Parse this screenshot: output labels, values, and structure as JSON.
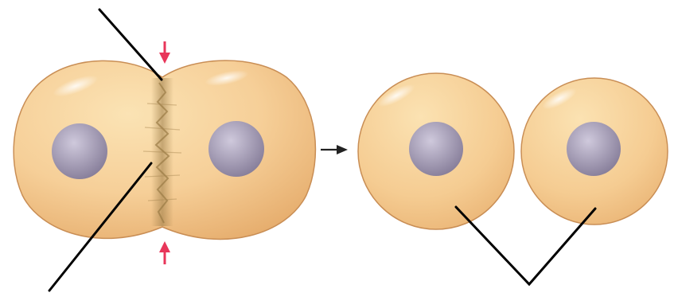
{
  "diagram": {
    "stages": [
      {
        "name": "dividing-cell",
        "nuclei": 2
      },
      {
        "name": "daughter-cells",
        "count": 2,
        "nuclei_each": 1
      }
    ],
    "label_lines": 3,
    "colors": {
      "cytoplasm_light": "#fbe3b4",
      "cytoplasm_mid": "#f4c58c",
      "cytoplasm_dark": "#e2a86a",
      "cell_outline": "#c98e55",
      "nucleus_light": "#c9c3d6",
      "nucleus_dark": "#857c98",
      "furrow": "#9a7a45",
      "pinch_arrows": "#e8365a",
      "leader_lines": "#000000",
      "process_arrow": "#222222",
      "background": "#ffffff"
    }
  }
}
